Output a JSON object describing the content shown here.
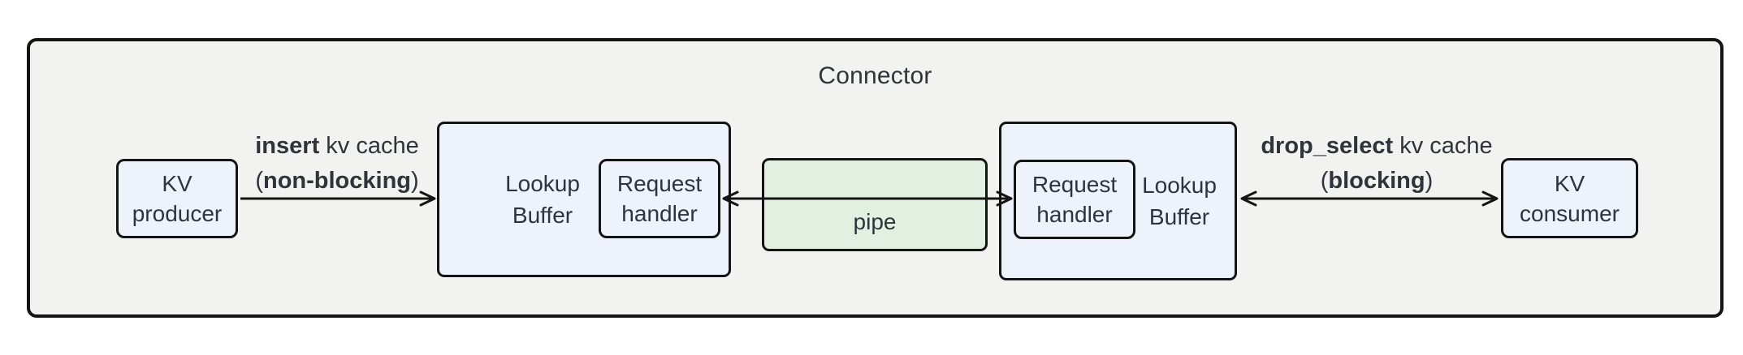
{
  "diagram": {
    "title": "Connector",
    "nodes": {
      "kv_producer": {
        "line1": "KV",
        "line2": "producer"
      },
      "lookup_buffer_left": {
        "line1": "Lookup",
        "line2": "Buffer"
      },
      "request_handler_left": {
        "line1": "Request",
        "line2": "handler"
      },
      "pipe": {
        "label": "pipe"
      },
      "request_handler_right": {
        "line1": "Request",
        "line2": "handler"
      },
      "lookup_buffer_right": {
        "line1": "Lookup",
        "line2": "Buffer"
      },
      "kv_consumer": {
        "line1": "KV",
        "line2": "consumer"
      }
    },
    "edges": {
      "insert": {
        "from": "KV producer",
        "to": "Lookup Buffer",
        "direction": "right",
        "line1_bold": "insert",
        "line1_rest": " kv cache",
        "line2_open": "(",
        "line2_bold": "non-blocking",
        "line2_close": ")"
      },
      "pipe_link": {
        "from": "Request handler",
        "to": "Request handler",
        "direction": "both"
      },
      "drop_select": {
        "from": "Lookup Buffer",
        "to": "KV consumer",
        "direction": "both",
        "line1_bold": "drop_select",
        "line1_rest": " kv cache",
        "line2_open": "(",
        "line2_bold": "blocking",
        "line2_close": ")"
      }
    },
    "colors": {
      "container_fill": "#f2f2f1",
      "node_fill": "#eef2fb",
      "pipe_fill": "#e2f0e1",
      "border": "#141414",
      "text": "#2e343a"
    }
  }
}
